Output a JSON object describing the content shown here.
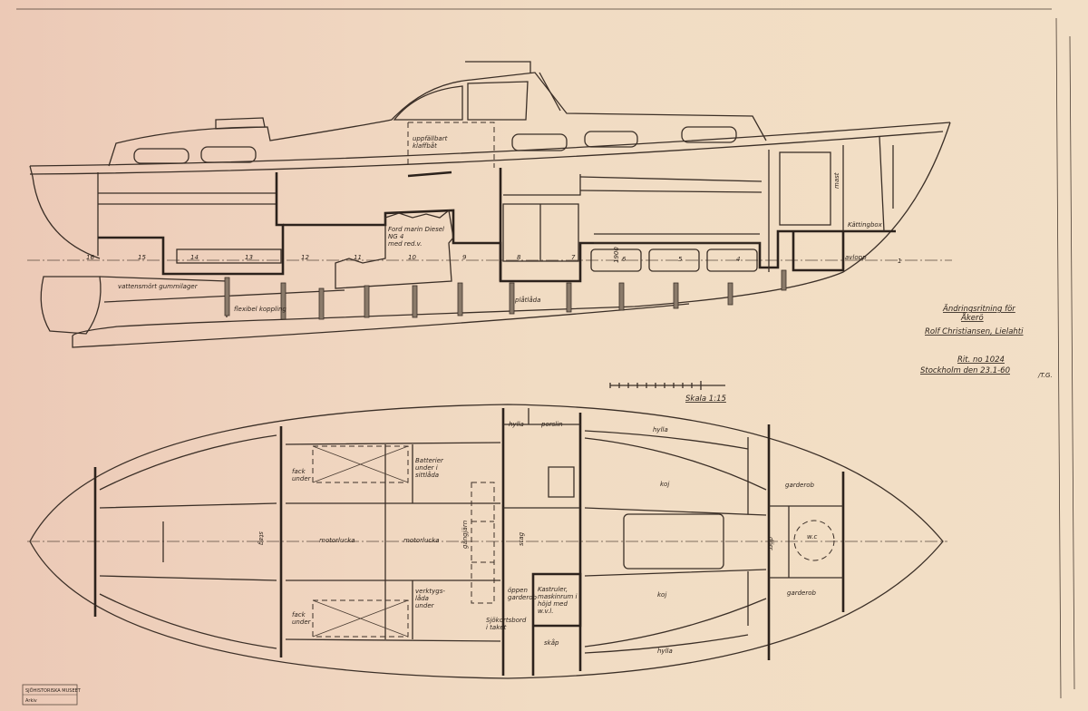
{
  "title_block": {
    "heading": "Ändringsritning för",
    "subheading": "Åkerö",
    "owner": "Rolf Christiansen, Lielahti",
    "drawing_no": "Rit. no 1024",
    "place_date": "Stockholm den 23.1-60",
    "signature": "/T.G."
  },
  "scale_label": "Skala 1:15",
  "stamp": {
    "line1": "SJÖHISTORISKA MUSEET",
    "line2": "Arkiv"
  },
  "profile_labels": {
    "hatch": "uppfällbart\nklaffbåt",
    "engine": "Ford marin Diesel\nNG 4\nmed red.v.",
    "rudder_bearing": "vattensmört gummilager",
    "stern_tube": "flexibel koppling",
    "water_tank": "plåtlåda",
    "chain_box": "Kättingbox",
    "wc_drain": "avlopp",
    "mast": "mast",
    "height": "1900"
  },
  "stations": [
    "16",
    "15",
    "14",
    "13",
    "12",
    "11",
    "10",
    "9",
    "8",
    "7",
    "6",
    "5",
    "4",
    "1"
  ],
  "plan_labels": {
    "locker_under_1": "fack\nunder",
    "locker_under_2": "fack\nunder",
    "batteries": "Batterier\nunder i\nsittlåda",
    "tool_box": "verktygs-\nlåda\nunder",
    "engine_hatch_1": "motorlucka",
    "engine_hatch_2": "motorlucka",
    "gangway": "gångjärn",
    "strut_1": "stag",
    "strut_2": "stag",
    "shelf_1": "hylla",
    "china": "porslin",
    "open_wardrobe": "öppen\ngarderob",
    "chart_table": "Sjökortsbord\ni taket",
    "stove": "Kastruler,\nmaskinrum i\nhöjd med\nw.v.l.",
    "cupboard": "skåp",
    "shelf_2": "hylla",
    "shelf_3": "hylla",
    "berth_1": "koj",
    "berth_2": "koj",
    "wardrobe_1": "garderob",
    "wardrobe_2": "garderob",
    "wc": "w.c",
    "door": "dörr"
  }
}
